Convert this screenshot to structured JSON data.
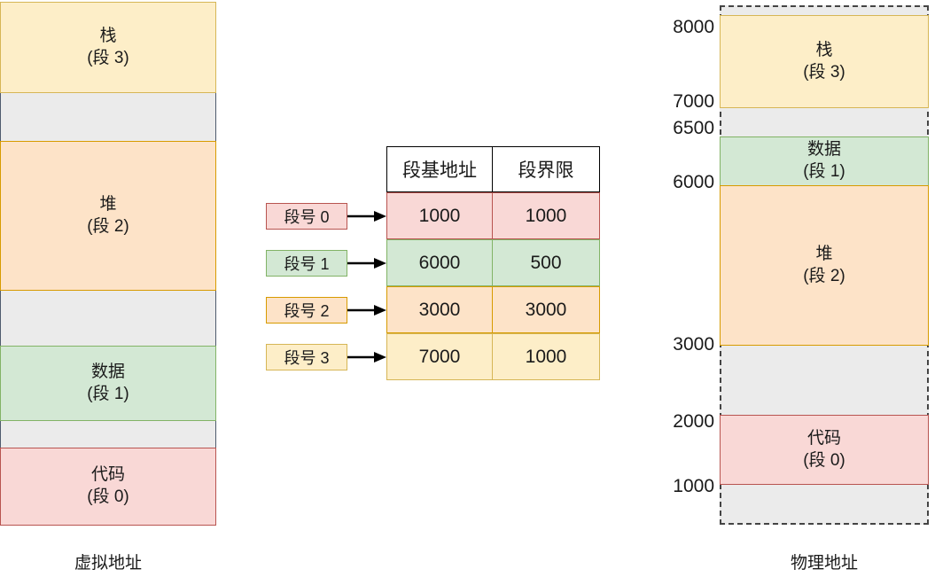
{
  "diagram": {
    "title": "segmentation-address-translation",
    "virtual": {
      "caption": "虚拟地址",
      "segments": [
        {
          "name": "栈",
          "sub": "(段 3)",
          "kind": "stack"
        },
        {
          "name": "堆",
          "sub": "(段 2)",
          "kind": "heap"
        },
        {
          "name": "数据",
          "sub": "(段 1)",
          "kind": "data"
        },
        {
          "name": "代码",
          "sub": "(段 0)",
          "kind": "code"
        }
      ]
    },
    "table": {
      "headers": [
        "段基地址",
        "段界限"
      ],
      "rows": [
        {
          "tag": "段号 0",
          "base": "1000",
          "limit": "1000",
          "kind": "code"
        },
        {
          "tag": "段号 1",
          "base": "6000",
          "limit": "500",
          "kind": "data"
        },
        {
          "tag": "段号 2",
          "base": "3000",
          "limit": "3000",
          "kind": "heap"
        },
        {
          "tag": "段号 3",
          "base": "7000",
          "limit": "1000",
          "kind": "stack"
        }
      ]
    },
    "physical": {
      "caption": "物理地址",
      "ticks": [
        "8000",
        "7000",
        "6500",
        "6000",
        "3000",
        "2000",
        "1000"
      ],
      "segments": [
        {
          "name": "栈",
          "sub": "(段 3)",
          "kind": "stack"
        },
        {
          "name": "数据",
          "sub": "(段 1)",
          "kind": "data"
        },
        {
          "name": "堆",
          "sub": "(段 2)",
          "kind": "heap"
        },
        {
          "name": "代码",
          "sub": "(段 0)",
          "kind": "code"
        }
      ]
    },
    "colors": {
      "stack_fill": "#fdeec8",
      "stack_stroke": "#d6b656",
      "heap_fill": "#fde3c8",
      "heap_stroke": "#d79b00",
      "data_fill": "#d3e8d4",
      "data_stroke": "#82b366",
      "code_fill": "#f9d8d6",
      "code_stroke": "#b85450",
      "gap_fill": "#ebebeb",
      "gap_stroke": "#4f5b6e"
    }
  }
}
